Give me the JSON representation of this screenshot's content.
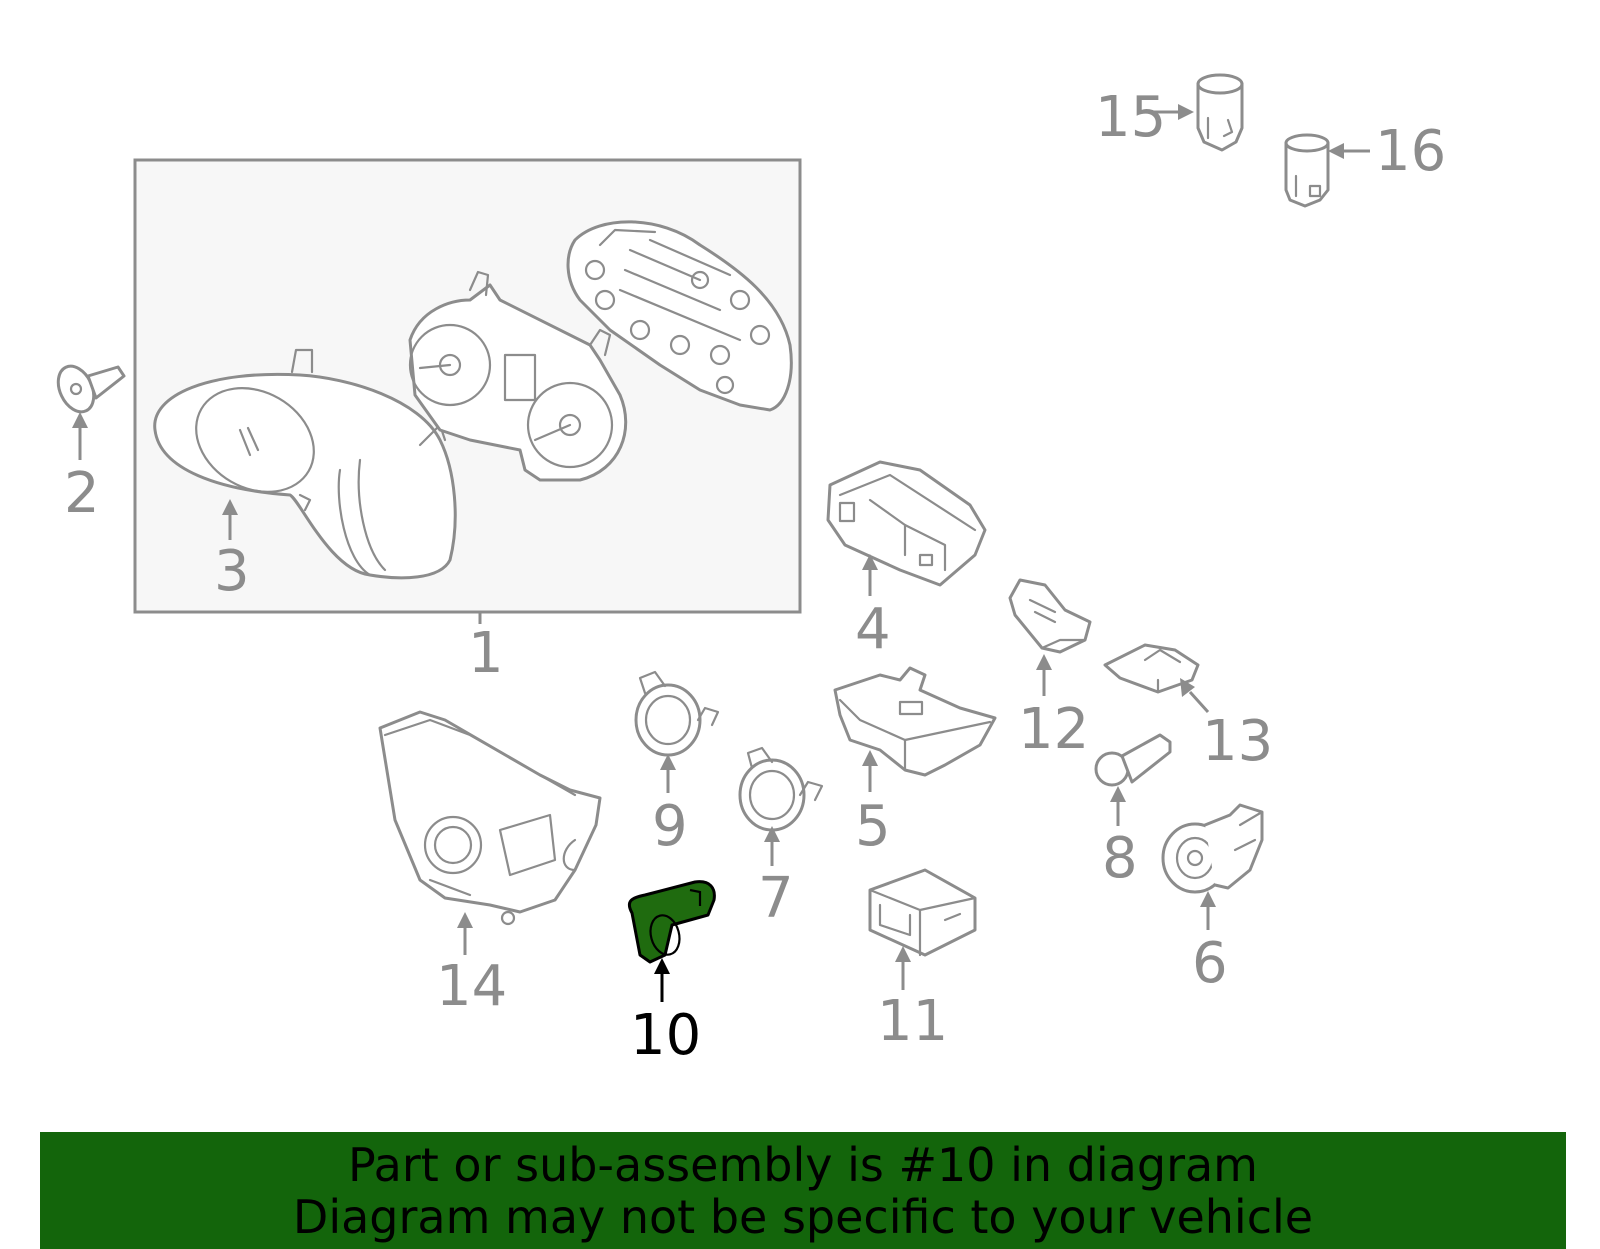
{
  "colors": {
    "banner_bg": "#13650b",
    "highlight_part": "#1f6b0f",
    "line_gray": "#8c8c8c",
    "box_fill": "#f7f7f7"
  },
  "callouts": {
    "c1": "1",
    "c2": "2",
    "c3": "3",
    "c4": "4",
    "c5": "5",
    "c6": "6",
    "c7": "7",
    "c8": "8",
    "c9": "9",
    "c10": "10",
    "c11": "11",
    "c12": "12",
    "c13": "13",
    "c14": "14",
    "c15": "15",
    "c16": "16"
  },
  "highlighted_part": "10",
  "banner": {
    "line1": "Part or sub-assembly is #10 in diagram",
    "line2": "Diagram may not be specific to your vehicle"
  }
}
